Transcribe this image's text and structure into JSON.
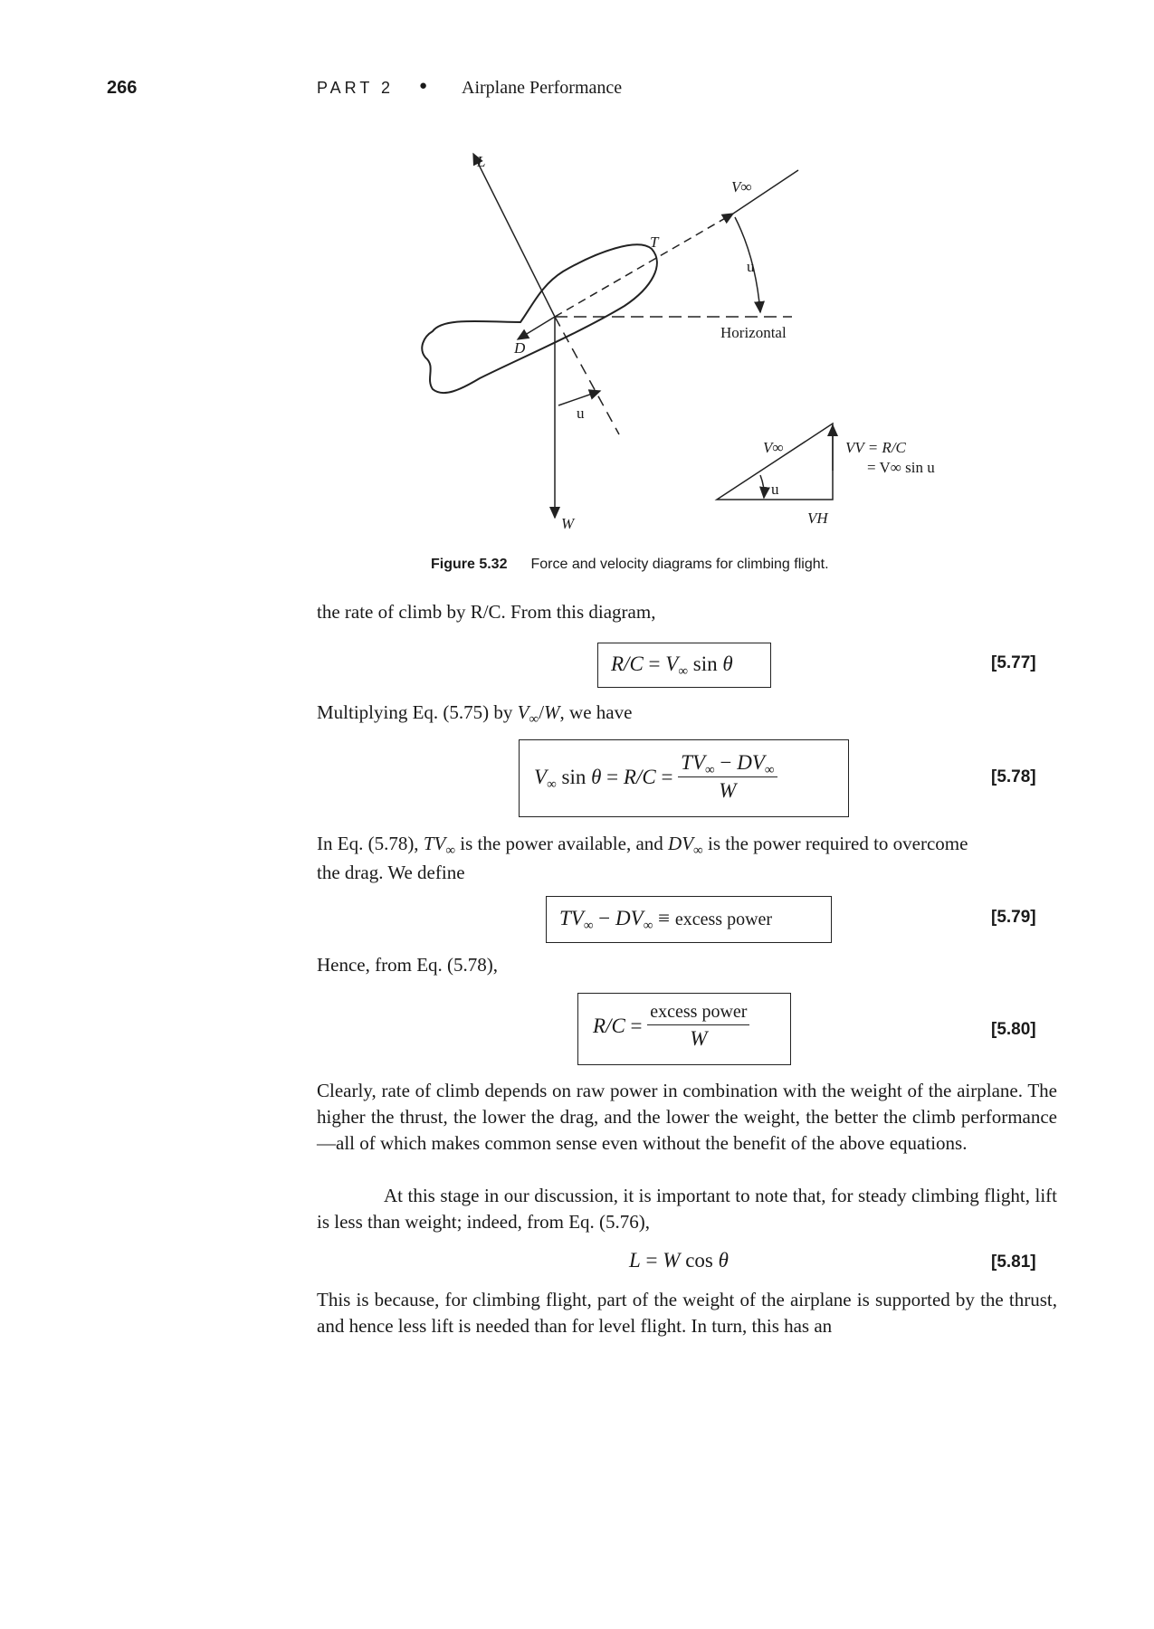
{
  "header": {
    "page_number": "266",
    "part": "PART 2",
    "bullet": "●",
    "title": "Airplane Performance"
  },
  "figure": {
    "labels": {
      "L": "L",
      "V_inf": "V∞",
      "T": "T",
      "theta_top": "u",
      "horizontal": "Horizontal",
      "D": "D",
      "theta_low": "u",
      "W": "W",
      "tri_V": "V∞",
      "tri_theta": "u",
      "tri_VV": "VV = R/C",
      "tri_VV2": "= V∞ sin u",
      "tri_VH": "VH"
    },
    "caption_number": "Figure 5.32",
    "caption_text": "Force and velocity diagrams for climbing flight."
  },
  "text": {
    "p1": "the rate of climb by R/C. From this diagram,",
    "eq77": "[5.77]",
    "p2a": "Multiplying Eq. (5.75) by ",
    "p2b": ", we have",
    "eq78": "[5.78]",
    "p3a": "In Eq. (5.78), ",
    "p3b": " is the power available, and ",
    "p3c": " is the power required to overcome",
    "p3d": "the drag. We define",
    "eq79": "[5.79]",
    "excess_power": "excess power",
    "p4": "Hence, from Eq. (5.78),",
    "eq80": "[5.80]",
    "p5": "Clearly, rate of climb depends on raw power in combination with the weight of the airplane. The higher the thrust, the lower the drag, and the lower the weight, the better the climb performance—all of which makes common sense even without the benefit of the above equations.",
    "p6": "At this stage in our discussion, it is important to note that, for steady climbing flight, lift is less than weight; indeed, from Eq. (5.76),",
    "eq81": "[5.81]",
    "p7": "This is because, for climbing flight, part of the weight of the airplane is supported by the thrust, and hence less lift is needed than for level flight. In turn, this has an"
  }
}
